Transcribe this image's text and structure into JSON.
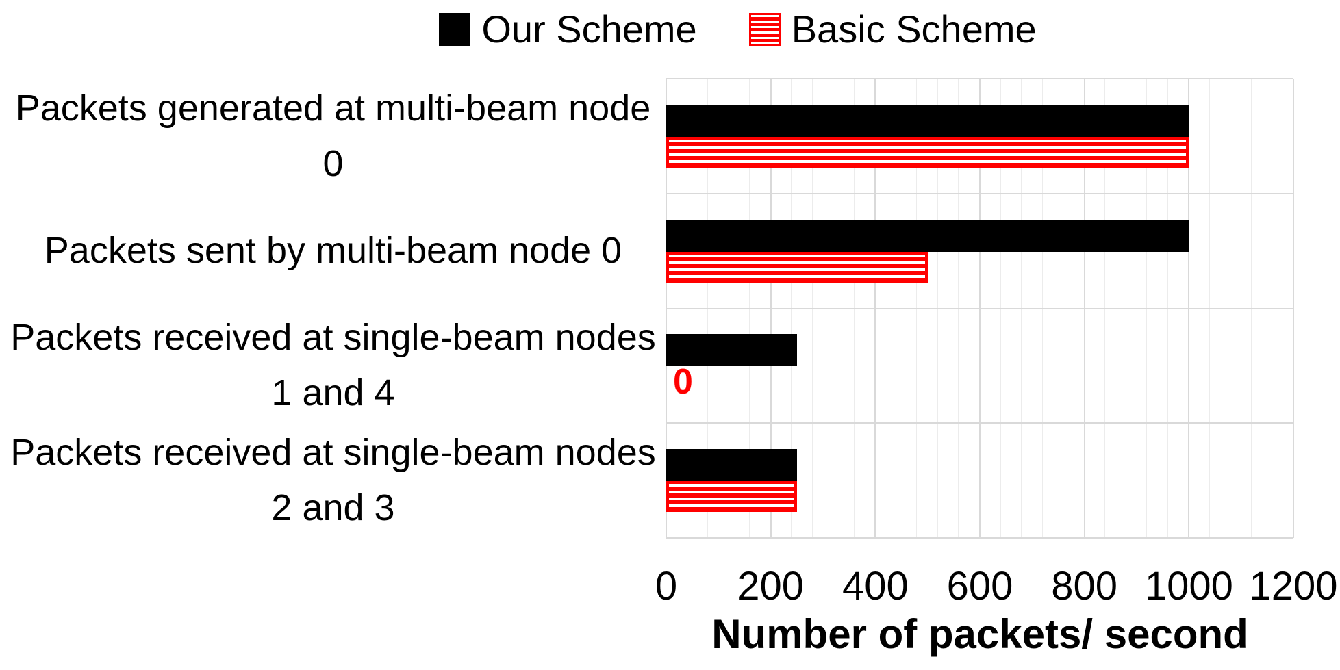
{
  "legend": {
    "items": [
      {
        "label": "Our Scheme",
        "swatch": "solid-black-square"
      },
      {
        "label": "Basic Scheme",
        "swatch": "red-striped-square"
      }
    ]
  },
  "colors": {
    "our_scheme": "#000000",
    "basic_scheme": "#ff0000",
    "gridline_major": "#d9d9d9",
    "gridline_minor": "#ececec",
    "zero_label": "#ff0000"
  },
  "chart_data": {
    "type": "bar",
    "orientation": "horizontal",
    "title": "",
    "categories": [
      "Packets generated at multi-beam node 0",
      "Packets sent by multi-beam node 0",
      "Packets received at single-beam nodes 1 and 4",
      "Packets received at single-beam nodes 2 and 3"
    ],
    "series": [
      {
        "name": "Our Scheme",
        "values": [
          1000,
          1000,
          250,
          250
        ]
      },
      {
        "name": "Basic Scheme",
        "values": [
          1000,
          500,
          0,
          250
        ]
      }
    ],
    "xlabel": "Number of packets/ second",
    "ylabel": "",
    "xlim": [
      0,
      1200
    ],
    "xticks": [
      0,
      200,
      400,
      600,
      800,
      1000,
      1200
    ],
    "minor_tick_step": 40,
    "grid": true,
    "legend_position": "top",
    "zero_value_label": "0"
  }
}
